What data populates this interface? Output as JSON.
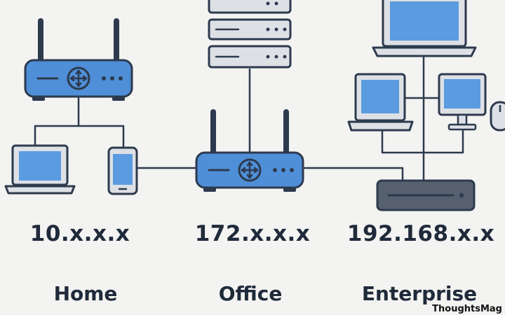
{
  "colors": {
    "device_blue": "#4f8fd8",
    "screen_blue": "#5b9be0",
    "outline": "#2d3a4e",
    "server_body": "#dde0e5",
    "switch_body": "#56606e",
    "line": "#2d3a4e"
  },
  "networks": [
    {
      "ip": "10.x.x.x",
      "name": "Home"
    },
    {
      "ip": "172.x.x.x",
      "name": "Office"
    },
    {
      "ip": "192.168.x.x",
      "name": "Enterprise"
    }
  ],
  "watermark": "ThoughtsMag",
  "icons": [
    "router-icon",
    "laptop-icon",
    "phone-icon",
    "server-icon",
    "switch-icon",
    "desktop-icon",
    "mouse-icon"
  ]
}
